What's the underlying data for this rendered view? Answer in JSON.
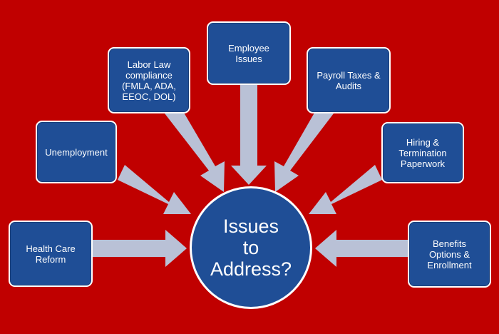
{
  "center": {
    "label": "Issues\nto\nAddress?"
  },
  "boxes": {
    "health_care": "Health Care\nReform",
    "unemployment": "Unemployment",
    "labor_law": "Labor Law\ncompliance\n(FMLA, ADA,\nEEOC, DOL)",
    "employee_issues": "Employee\nIssues",
    "payroll": "Payroll Taxes &\nAudits",
    "hiring": "Hiring &\nTermination\nPaperwork",
    "benefits": "Benefits\nOptions &\nEnrollment"
  },
  "colors": {
    "background": "#c00000",
    "box_fill": "#1f4e96",
    "box_border": "#ffffff",
    "arrow": "#b9c1d6"
  }
}
